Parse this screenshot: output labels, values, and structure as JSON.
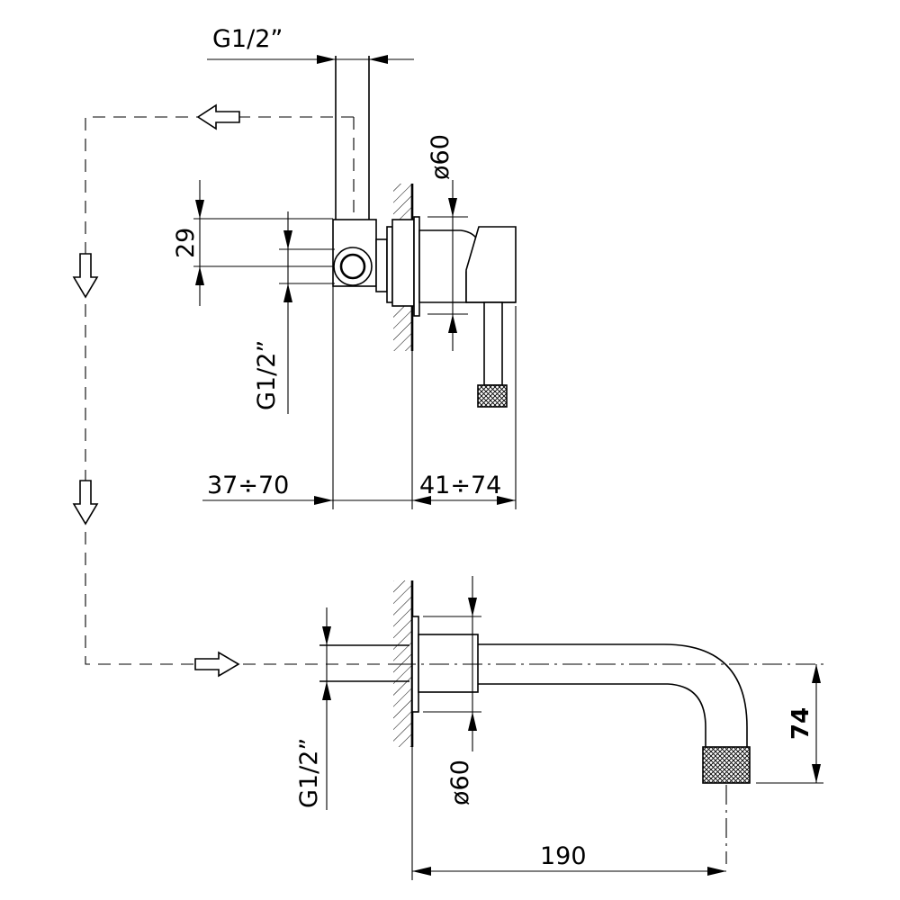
{
  "drawing": {
    "top_view": {
      "inlet_thread_top": "G1/2”",
      "inlet_thread_side": "G1/2”",
      "body_height": "29",
      "handle_diameter": "ø60",
      "wall_depth_range": "37÷70",
      "projection_range": "41÷74"
    },
    "bottom_view": {
      "inlet_thread": "G1/2”",
      "rosette_diameter": "ø60",
      "spout_length": "190",
      "spout_height": "74"
    }
  }
}
